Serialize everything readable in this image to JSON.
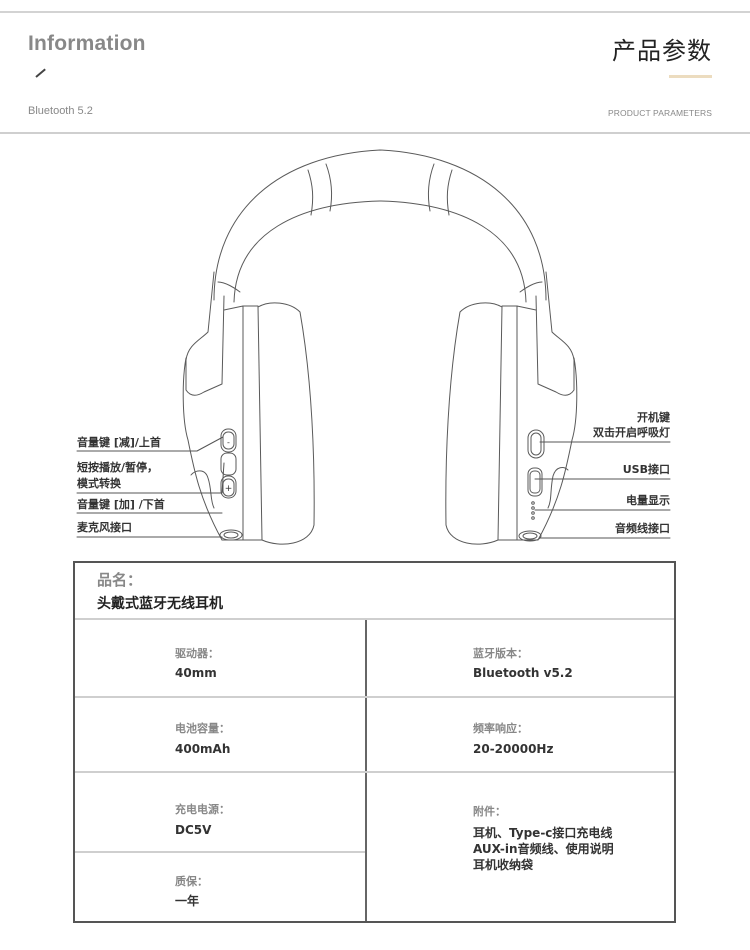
{
  "header": {
    "info_title": "Information",
    "info_subtitle": "Bluetooth 5.2",
    "cn_title": "产品参数",
    "en_subtitle": "PRODUCT PARAMETERS",
    "accent_color": "#ecdcbf"
  },
  "diagram": {
    "left_labels": [
      {
        "text": "音量键 [减]/上首"
      },
      {
        "text": "短按播放/暂停，"
      },
      {
        "text": "模式转换"
      },
      {
        "text": "音量键 [加] /下首"
      },
      {
        "text": "麦克风接口"
      }
    ],
    "right_labels": [
      {
        "text": "开机键"
      },
      {
        "text": "双击开启呼吸灯"
      },
      {
        "text": "USB接口"
      },
      {
        "text": "电量显示"
      },
      {
        "text": "音频线接口"
      }
    ],
    "button_glyphs": {
      "minus": "-",
      "plus": "+"
    }
  },
  "specs": {
    "name_label": "品名：",
    "name_value": "头戴式蓝牙无线耳机",
    "rows": [
      {
        "left": {
          "key": "驱动器：",
          "value": "40mm"
        },
        "right": {
          "key": "蓝牙版本：",
          "value": "Bluetooth v5.2"
        }
      },
      {
        "left": {
          "key": "电池容量：",
          "value": "400mAh"
        },
        "right": {
          "key": "频率响应：",
          "value": "20-20000Hz"
        }
      },
      {
        "left": {
          "key": "充电电源：",
          "value": "DC5V"
        },
        "right": {
          "key": "附件：",
          "value_lines": [
            "耳机、Type-c接口充电线",
            "AUX-in音频线、使用说明",
            "耳机收纳袋"
          ]
        }
      },
      {
        "left": {
          "key": "质保：",
          "value": "一年"
        }
      }
    ]
  }
}
